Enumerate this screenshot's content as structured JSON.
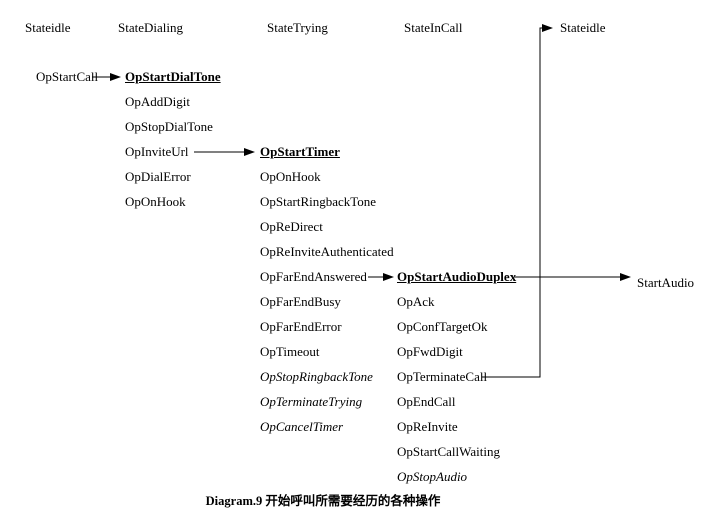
{
  "headers": {
    "state_idle_left": "Stateidle",
    "state_dialing": "StateDialing",
    "state_trying": "StateTrying",
    "state_incall": "StateInCall",
    "state_idle_right": "Stateidle"
  },
  "left_col": {
    "op_start_call": "OpStartCall"
  },
  "dialing_ops": [
    "OpStartDialTone",
    "OpAddDigit",
    "OpStopDialTone",
    "OpInviteUrl",
    "OpDialError",
    "OpOnHook"
  ],
  "trying_ops": [
    "OpStartTimer",
    "OpOnHook",
    "OpStartRingbackTone",
    "OpReDirect",
    "OpReInviteAuthenticated",
    "OpFarEndAnswered",
    "OpFarEndBusy",
    "OpFarEndError",
    "OpTimeout",
    "OpStopRingbackTone",
    "OpTerminateTrying",
    "OpCancelTimer"
  ],
  "incall_ops": [
    "OpStartAudioDuplex",
    "OpAck",
    "OpConfTargetOk",
    "OpFwdDigit",
    "OpTerminateCall",
    "OpEndCall",
    "OpReInvite",
    "OpStartCallWaiting",
    "OpStopAudio"
  ],
  "right_col": {
    "start_audio": "StartAudio"
  },
  "caption": "Diagram.9 开始呼叫所需要经历的各种操作",
  "colors": {
    "line": "#000000",
    "background": "#ffffff"
  }
}
